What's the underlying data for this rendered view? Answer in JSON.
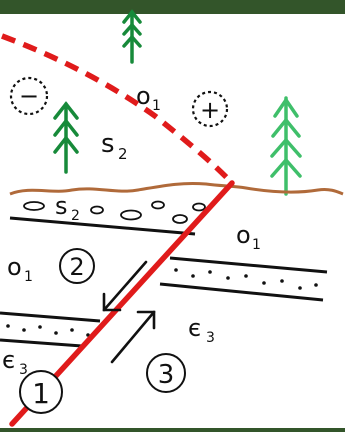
{
  "labels": {
    "top_o": "o",
    "top_o_sub": "1",
    "minus_sign": "−",
    "plus_sign": "+",
    "s2_upper": "s",
    "s2_upper_sub": "2",
    "s2_lower": "s",
    "s2_lower_sub": "2",
    "o1_right": "o",
    "o1_right_sub": "1",
    "o1_left": "o",
    "o1_left_sub": "1",
    "cambrian_right": "є",
    "cambrian_right_sub": "3",
    "cambrian_left": "є",
    "cambrian_left_sub": "3",
    "num_1": "1",
    "num_2": "2",
    "num_3": "3"
  },
  "colors": {
    "background": "#ffffff",
    "top_bar": "#33552a",
    "fault": "#e01b1b",
    "ground_surface": "#b06a3a",
    "tree_dark": "#178a3a",
    "tree_light": "#3fbf6a",
    "line": "#000000"
  }
}
